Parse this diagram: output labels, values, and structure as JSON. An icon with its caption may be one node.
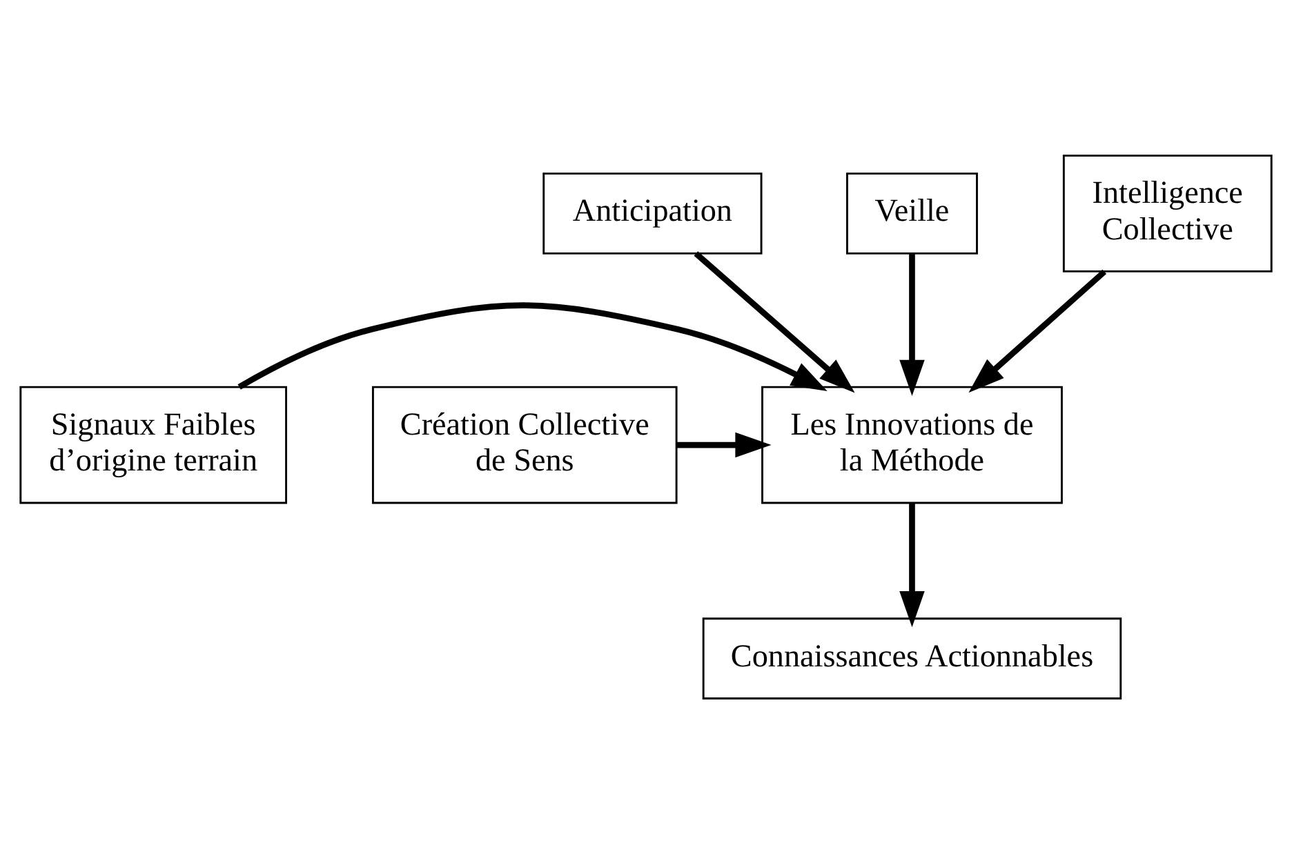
{
  "diagram": {
    "nodes": [
      {
        "text": [
          "Veille"
        ]
      },
      {
        "text": [
          "Anticipation"
        ]
      },
      {
        "text": [
          "Intelligence Collective"
        ]
      },
      {
        "text": [
          "Signaux Faibles d’origine terrain"
        ]
      },
      {
        "text": [
          "Les Innovations de la Méthode"
        ]
      },
      {
        "text": [
          "Création Collective de Sens"
        ]
      },
      {
        "text": [
          "Connaissances Actionnables"
        ]
      }
    ],
    "edges": [
      {
        "from": 1,
        "to": 4,
        "arrow": "to"
      },
      {
        "from": 0,
        "to": 4,
        "arrow": "to"
      },
      {
        "from": 2,
        "to": 4,
        "arrow": "to"
      },
      {
        "from": 3,
        "to": 4,
        "arrow": "to"
      },
      {
        "from": 5,
        "to": 4,
        "arrow": "to"
      },
      {
        "from": 4,
        "to": 6,
        "arrow": "to"
      }
    ]
  }
}
